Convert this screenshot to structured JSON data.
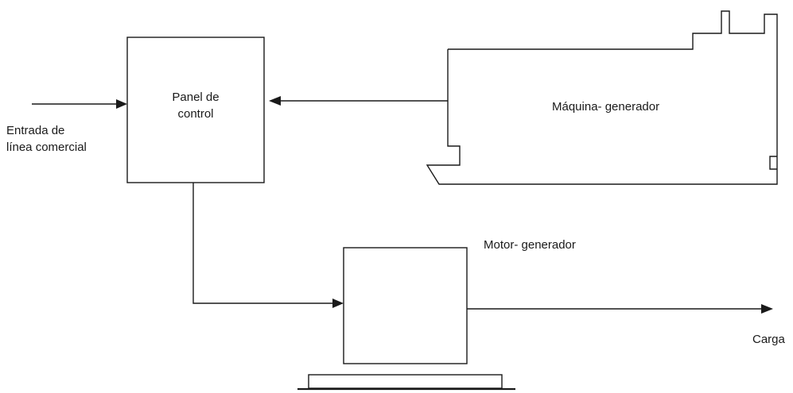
{
  "labels": {
    "input_line1": "Entrada de",
    "input_line2": "línea comercial",
    "control_panel_line1": "Panel de",
    "control_panel_line2": "control",
    "engine_generator": "Máquina- generador",
    "motor_generator": "Motor- generador",
    "load": "Carga"
  },
  "colors": {
    "line": "#1a1a1a",
    "background": "#ffffff"
  }
}
